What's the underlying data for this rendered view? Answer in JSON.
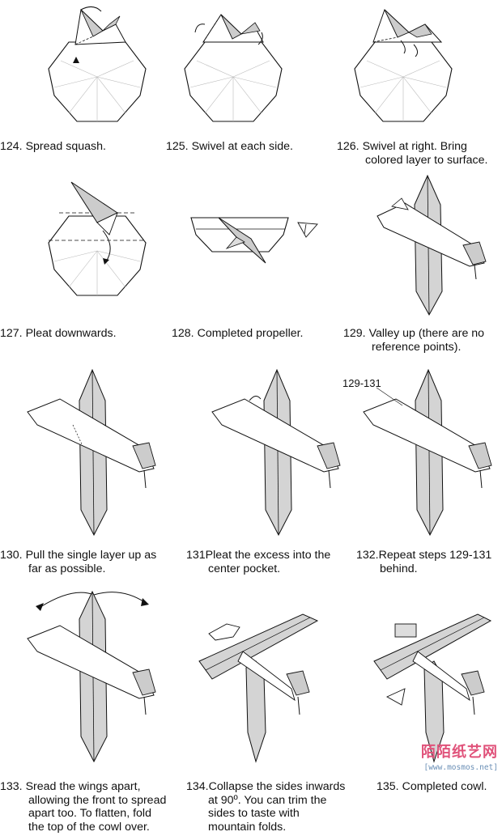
{
  "steps": [
    {
      "num": "124.",
      "lines": [
        "Spread squash."
      ]
    },
    {
      "num": "125.",
      "lines": [
        "Swivel at each side."
      ]
    },
    {
      "num": "126.",
      "lines": [
        "Swivel at right. Bring",
        "colored layer to surface."
      ]
    },
    {
      "num": "127.",
      "lines": [
        "Pleat downwards."
      ]
    },
    {
      "num": "128.",
      "lines": [
        "Completed propeller."
      ]
    },
    {
      "num": "129.",
      "lines": [
        "Valley up (there are no",
        "reference points)."
      ]
    },
    {
      "num": "130.",
      "lines": [
        "Pull the single layer up as",
        "far as possible."
      ]
    },
    {
      "num": "131",
      "lines": [
        "Pleat the excess into the",
        "center pocket."
      ]
    },
    {
      "num": "132.",
      "lines": [
        "Repeat steps 129-131",
        "behind."
      ]
    },
    {
      "num": "133.",
      "lines": [
        "Sread the wings apart,",
        "allowing the front to spread",
        "apart too. To flatten, fold",
        "the top of the cowl over."
      ]
    },
    {
      "num": "134.",
      "lines": [
        "Collapse the sides inwards",
        "at 90º. You can trim the",
        "sides to taste with",
        "mountain folds."
      ]
    },
    {
      "num": "135.",
      "lines": [
        "Completed cowl."
      ]
    }
  ],
  "annotation_label": "129-131",
  "watermark": {
    "logo": "陌陌纸艺网",
    "url": "[www.mosmos.net]"
  }
}
